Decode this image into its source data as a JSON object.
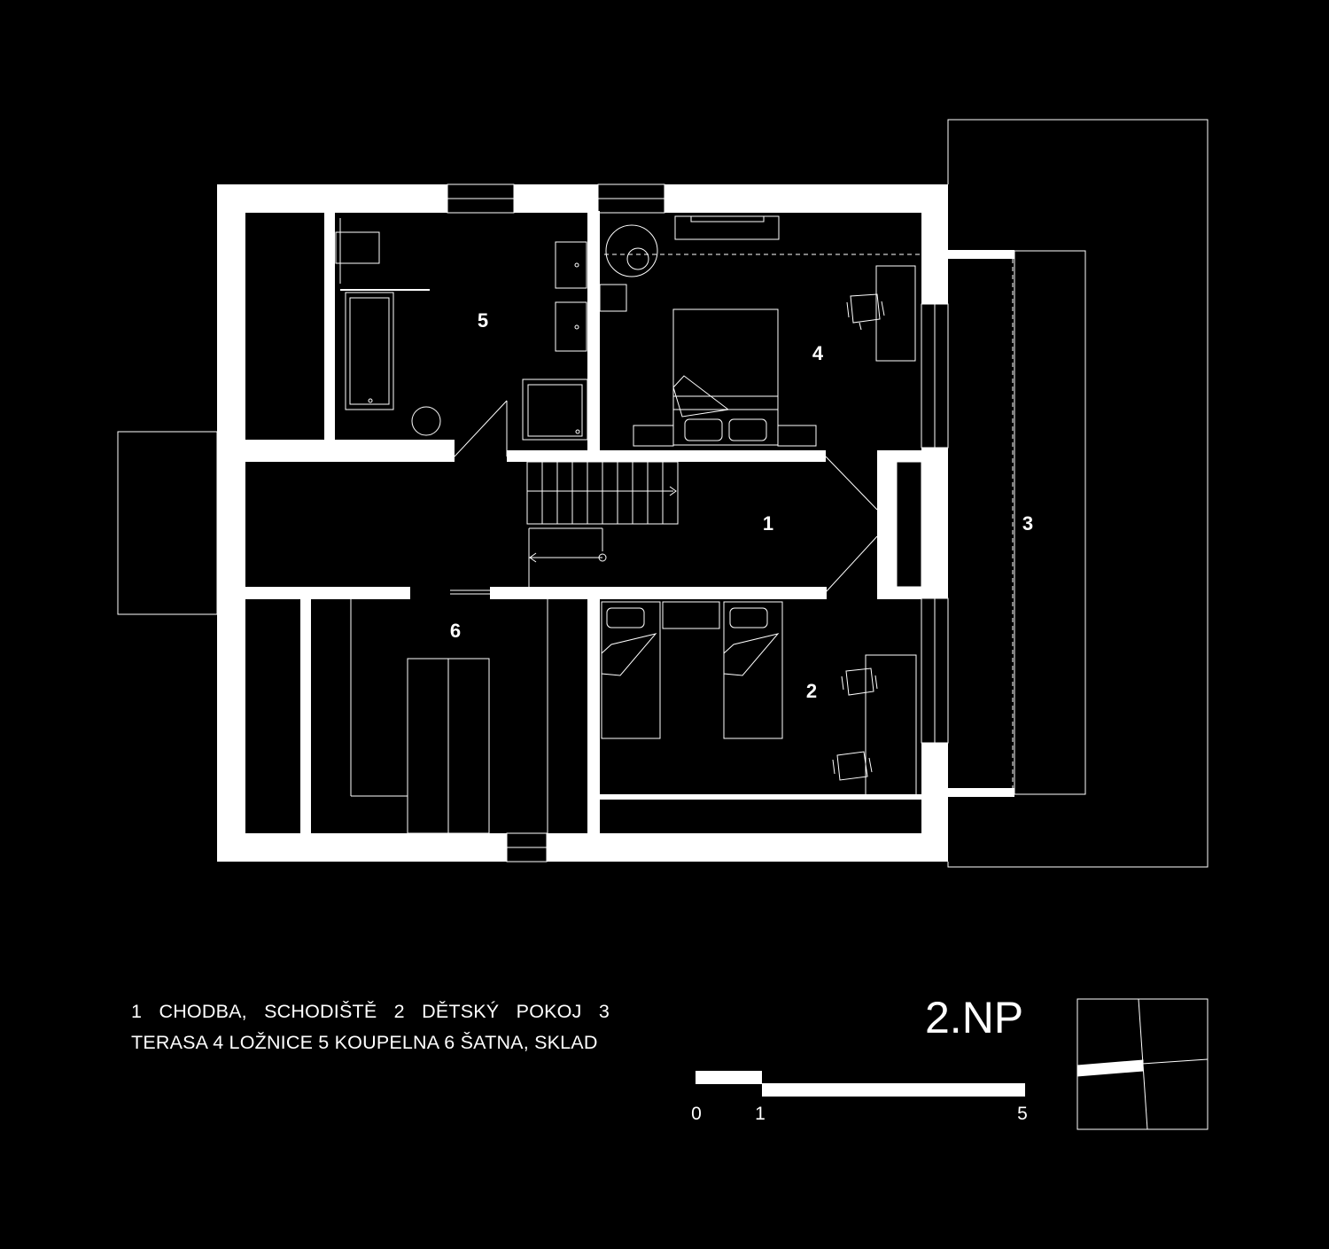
{
  "rooms": [
    {
      "id": "1",
      "label": "1"
    },
    {
      "id": "2",
      "label": "2"
    },
    {
      "id": "3",
      "label": "3"
    },
    {
      "id": "4",
      "label": "4"
    },
    {
      "id": "5",
      "label": "5"
    },
    {
      "id": "6",
      "label": "6"
    }
  ],
  "legend": {
    "text": "1 CHODBA, SCHODIŠTĚ 2 DĚTSKÝ POKOJ 3 TERASA 4 LOŽNICE 5 KOUPELNA 6 ŠATNA, SKLAD"
  },
  "floor_title": "2.NP",
  "scale_bar": {
    "labels": [
      "0",
      "1",
      "5"
    ],
    "values_m": [
      0,
      1,
      5
    ]
  },
  "colors": {
    "background": "#000000",
    "walls": "#ffffff",
    "lines": "#ffffff"
  }
}
